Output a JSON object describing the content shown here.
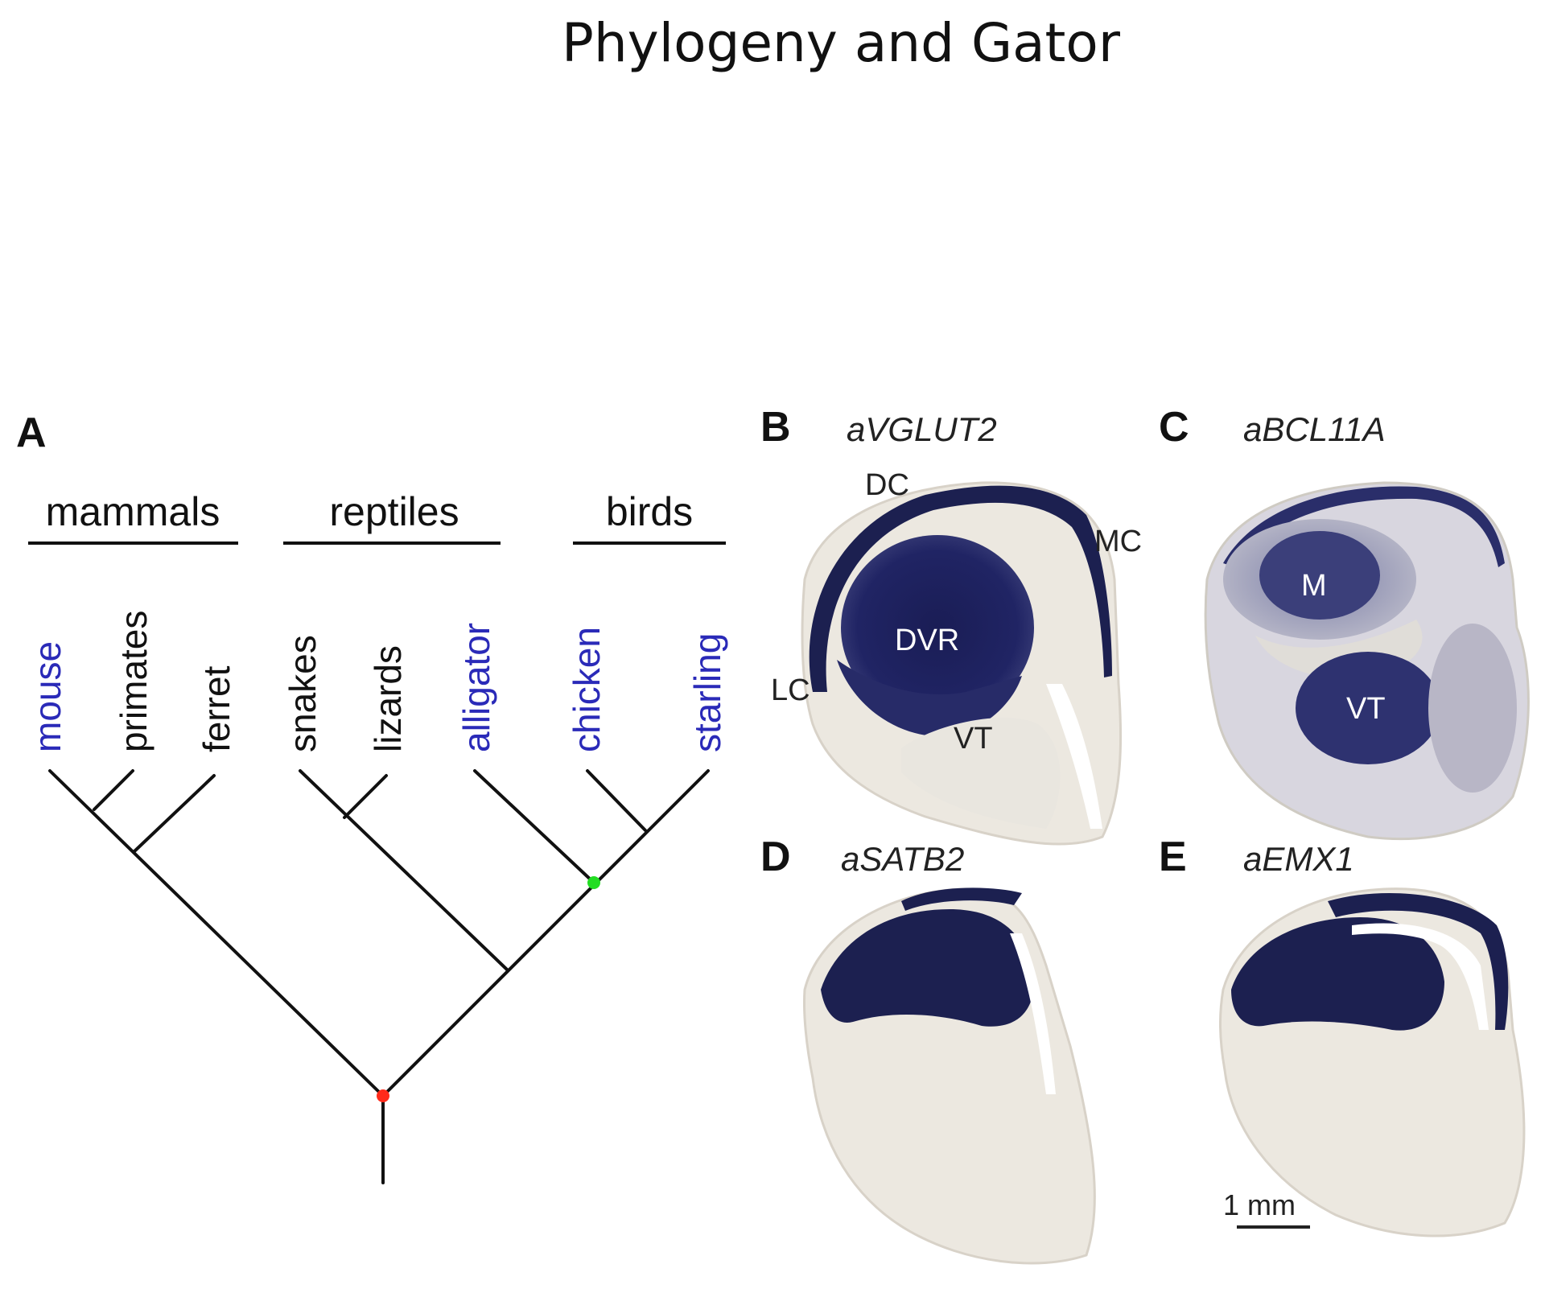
{
  "title": "Phylogeny and Gator",
  "colors": {
    "highlight_label": "#2a2ab8",
    "normal_label": "#111111",
    "stain": "#1c2050",
    "tissue": "#ece8e0",
    "root_node": "#ff2a1a",
    "archosaur_node": "#22dd22"
  },
  "panel_a": {
    "letter": "A",
    "groups": {
      "mammals": "mammals",
      "reptiles": "reptiles",
      "birds": "birds"
    },
    "taxa": {
      "mouse": "mouse",
      "primates": "primates",
      "ferret": "ferret",
      "snakes": "snakes",
      "lizards": "lizards",
      "alligator": "alligator",
      "chicken": "chicken",
      "starling": "starling"
    }
  },
  "panel_b": {
    "letter": "B",
    "gene": "aVGLUT2",
    "labels": {
      "dc": "DC",
      "mc": "MC",
      "dvr": "DVR",
      "lc": "LC",
      "vt": "VT"
    }
  },
  "panel_c": {
    "letter": "C",
    "gene": "aBCL11A",
    "labels": {
      "m": "M",
      "vt": "VT"
    }
  },
  "panel_d": {
    "letter": "D",
    "gene": "aSATB2"
  },
  "panel_e": {
    "letter": "E",
    "gene": "aEMX1"
  },
  "scale_bar": "1 mm"
}
